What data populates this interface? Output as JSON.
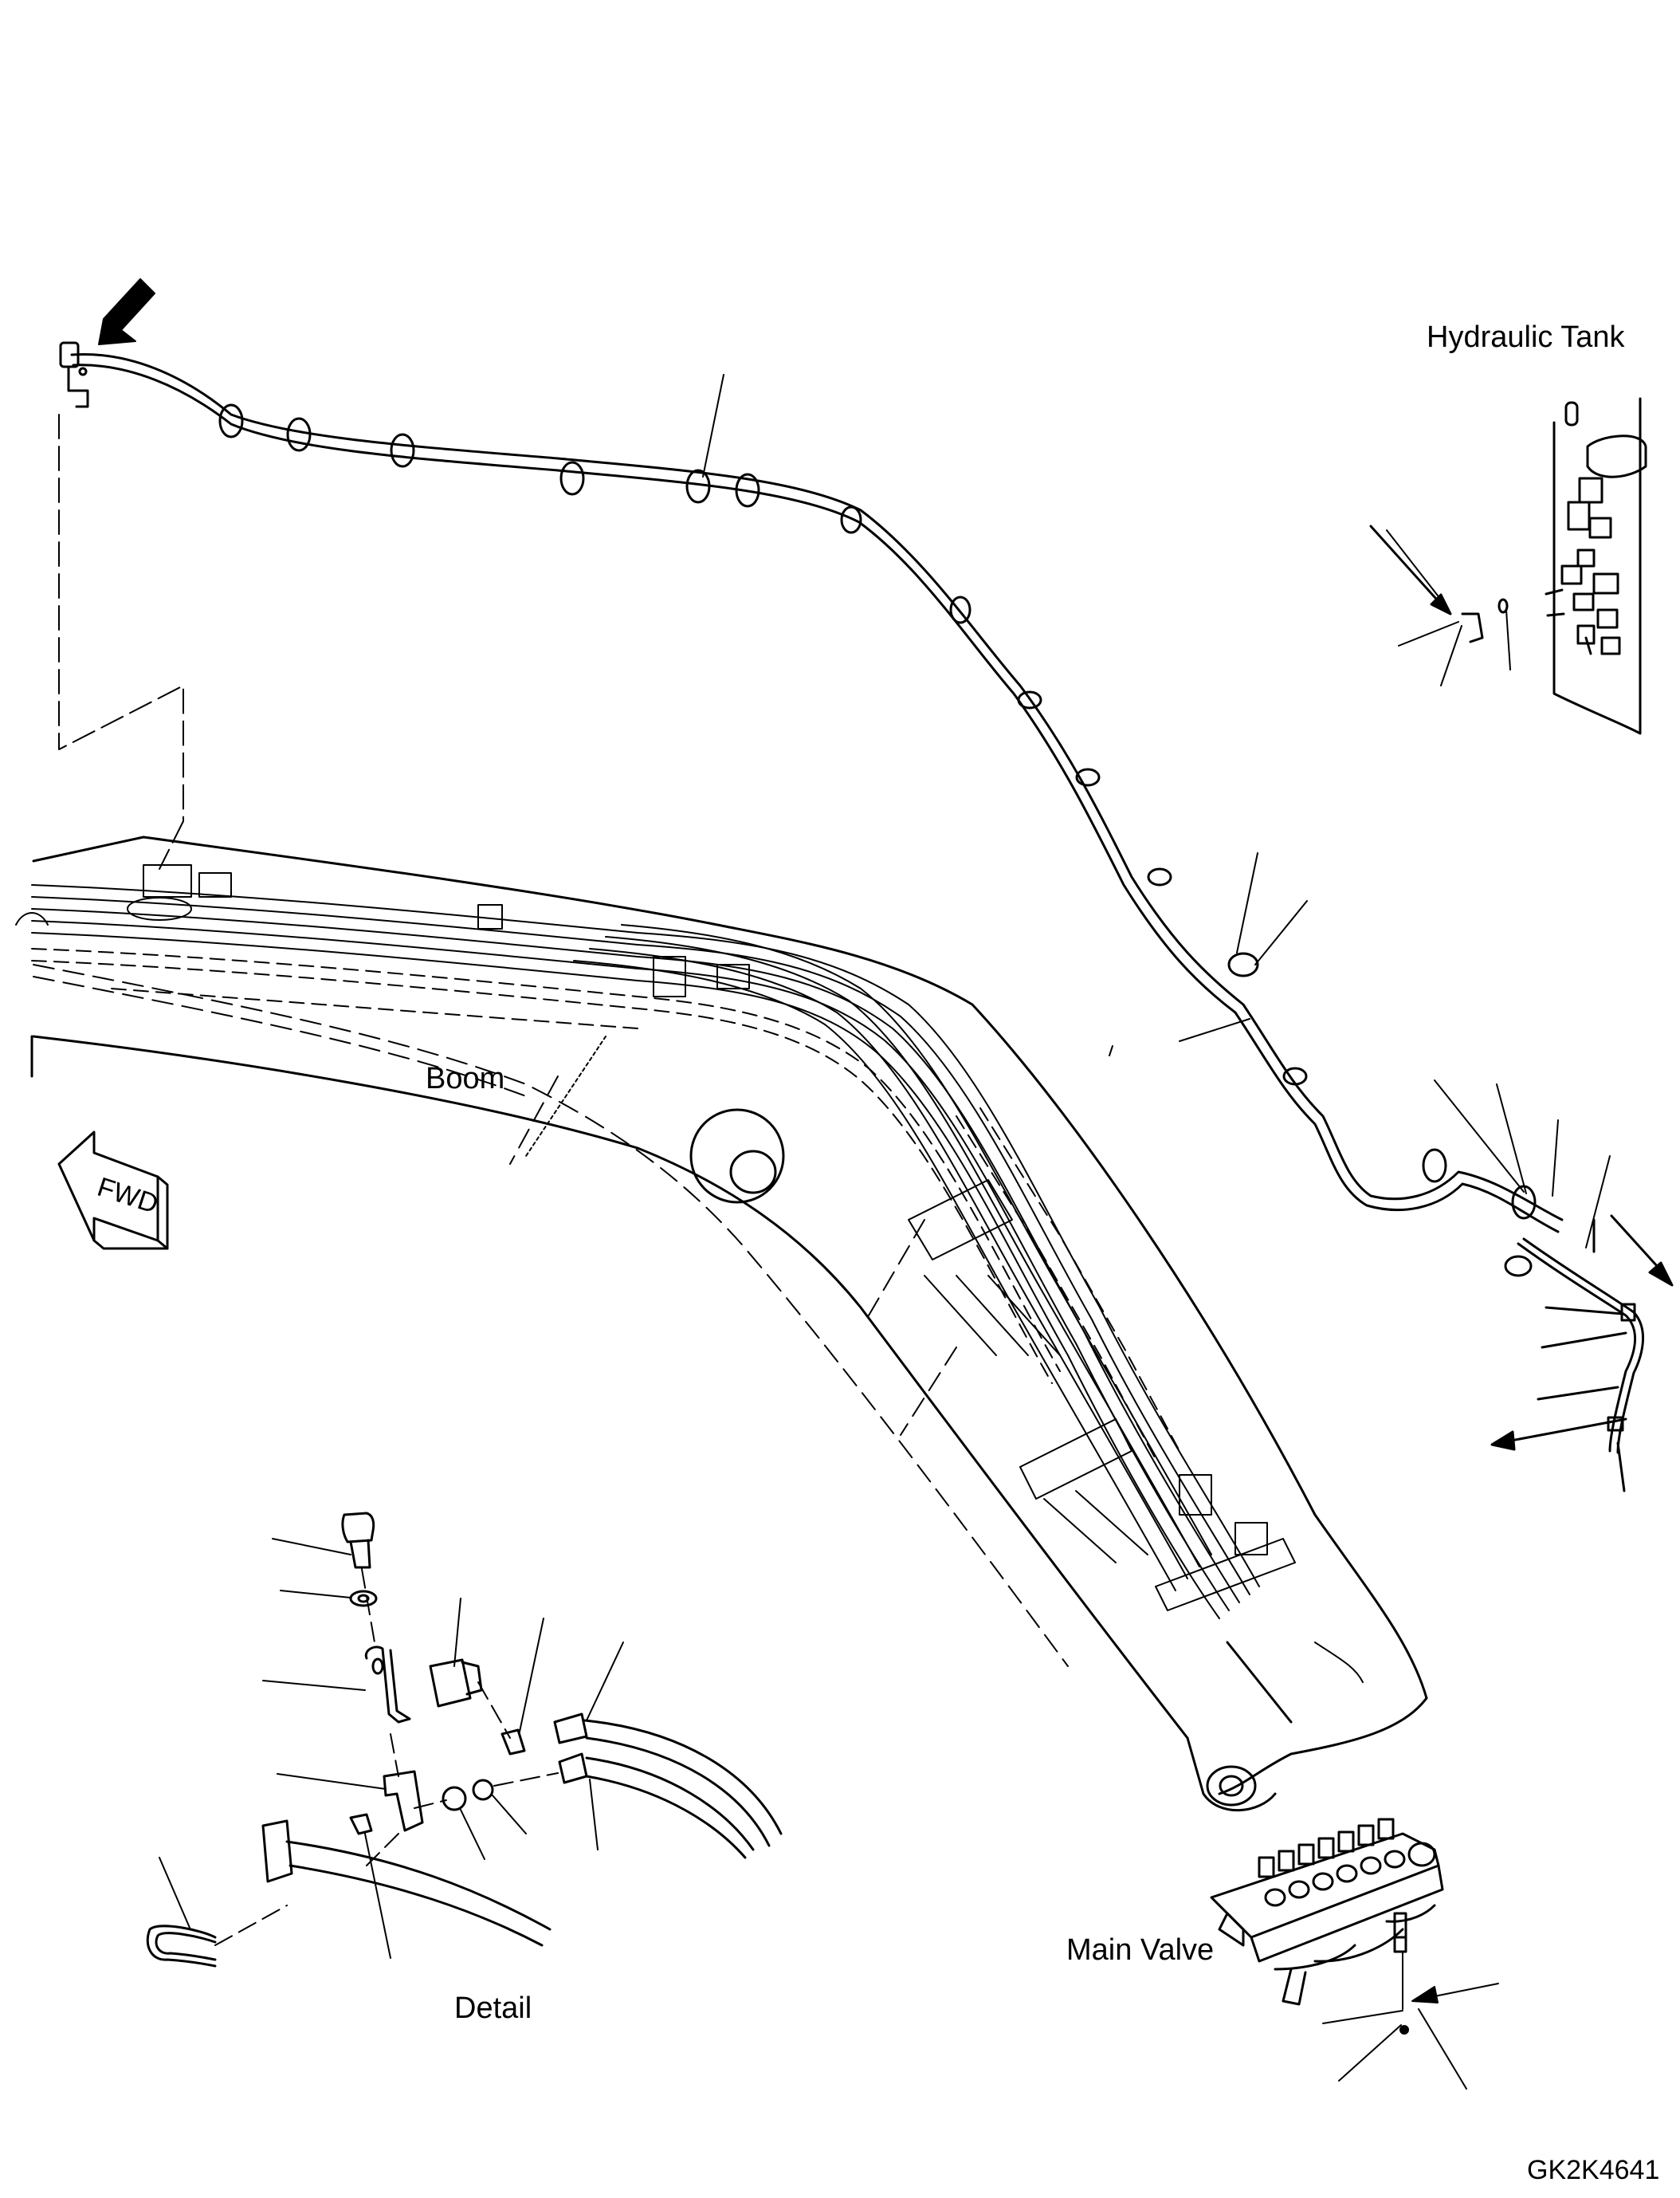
{
  "labels": {
    "hydraulic_tank": "Hydraulic Tank",
    "boom": "Boom",
    "detail": "Detail",
    "main_valve": "Main Valve",
    "drawing_code": "GK2K4641",
    "fwd": "FWD"
  },
  "colors": {
    "ink": "#000000",
    "paper": "#ffffff"
  }
}
